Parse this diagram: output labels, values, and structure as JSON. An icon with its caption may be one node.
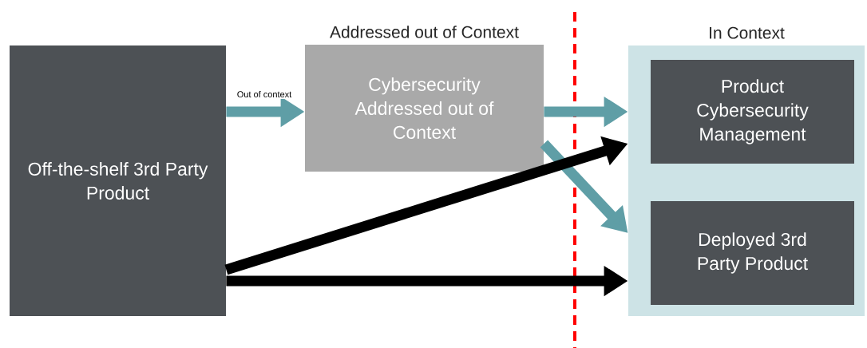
{
  "diagram": {
    "nodes": [
      {
        "text": [
          "Off-the-shelf 3rd Party Product"
        ]
      },
      {
        "text": [
          "Addressed out of Context",
          "Cybersecurity Addressed out of Context"
        ]
      },
      {
        "text": [
          "In Context"
        ]
      },
      {
        "text": [
          "Product Cybersecurity Management"
        ],
        "in": 2
      },
      {
        "text": [
          "Deployed 3rd Party Product"
        ],
        "in": 2
      }
    ],
    "edges": [
      {
        "from": 0,
        "to": 1,
        "arrow": "to",
        "label": "Out of context"
      },
      {
        "from": 1,
        "to": 2,
        "arrow": "to"
      },
      {
        "from": 1,
        "to": 2,
        "arrow": "to"
      },
      {
        "from": 0,
        "to": 2,
        "arrow": "to",
        "color": "#000000"
      },
      {
        "from": 0,
        "to": 2,
        "arrow": "to",
        "color": "#000000"
      }
    ]
  }
}
